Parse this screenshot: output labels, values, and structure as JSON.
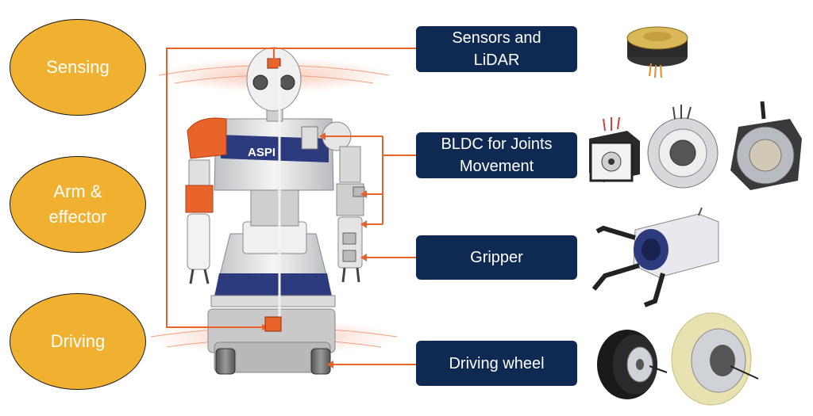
{
  "categories": [
    {
      "label": "Sensing"
    },
    {
      "label": "Arm &\neffector"
    },
    {
      "label": "Driving"
    }
  ],
  "components": [
    {
      "label": "Sensors and\nLiDAR"
    },
    {
      "label": "BLDC for Joints\nMovement"
    },
    {
      "label": "Gripper"
    },
    {
      "label": "Driving wheel"
    }
  ],
  "robot": {
    "chest_label": "ASPI"
  },
  "colors": {
    "oval_fill": "#f0b030",
    "box_fill": "#0e2a52",
    "connector": "#e8642a",
    "robot_accent": "#e8642a",
    "robot_band": "#2c3a7e"
  },
  "product_icons": [
    "lidar-sensor-icon",
    "stepper-motor-icon",
    "hollow-shaft-motor-icon",
    "frameless-motor-icon",
    "gripper-device-icon",
    "hub-motor-wheel-icon",
    "polyurethane-wheel-motor-icon"
  ]
}
